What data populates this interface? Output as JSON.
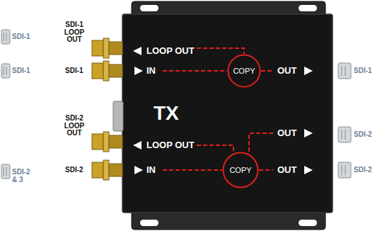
{
  "diagram": {
    "nodes": [
      {
        "text": [
          "TX"
        ]
      },
      {
        "text": [
          "COPY"
        ],
        "in": 0
      },
      {
        "text": [
          "COPY"
        ],
        "in": 0
      }
    ],
    "labels": [
      "SDI-1",
      "SDI-1 LOOP OUT",
      "LOOP OUT",
      "SDI-1",
      "SDI-1",
      "SDI-1",
      "IN",
      "OUT",
      "SDI-2 LOOP OUT",
      "LOOP OUT",
      "OUT",
      "SDI-2",
      "SDI-2 & 3",
      "SDI-2",
      "IN",
      "OUT",
      "SDI-2"
    ]
  }
}
